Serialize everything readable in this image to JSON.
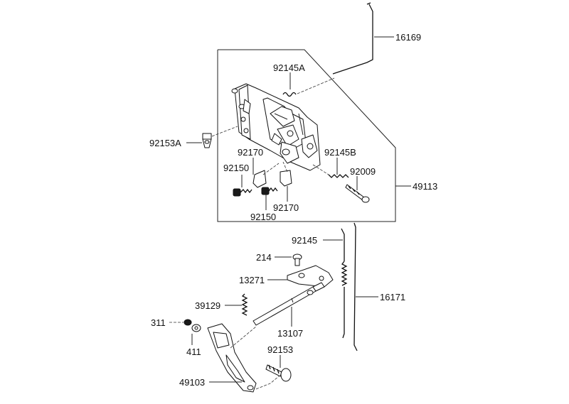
{
  "callouts": {
    "c16169": "16169",
    "c92145A": "92145A",
    "c92153A": "92153A",
    "c92170a": "92170",
    "c92145B": "92145B",
    "c92150a": "92150",
    "c92009": "92009",
    "c49113": "49113",
    "c92170b": "92170",
    "c92150b": "92150",
    "c92145": "92145",
    "c214": "214",
    "c13271": "13271",
    "c16171": "16171",
    "c39129": "39129",
    "c13107": "13107",
    "c311": "311",
    "c411": "411",
    "c92153": "92153",
    "c49103": "49103"
  }
}
